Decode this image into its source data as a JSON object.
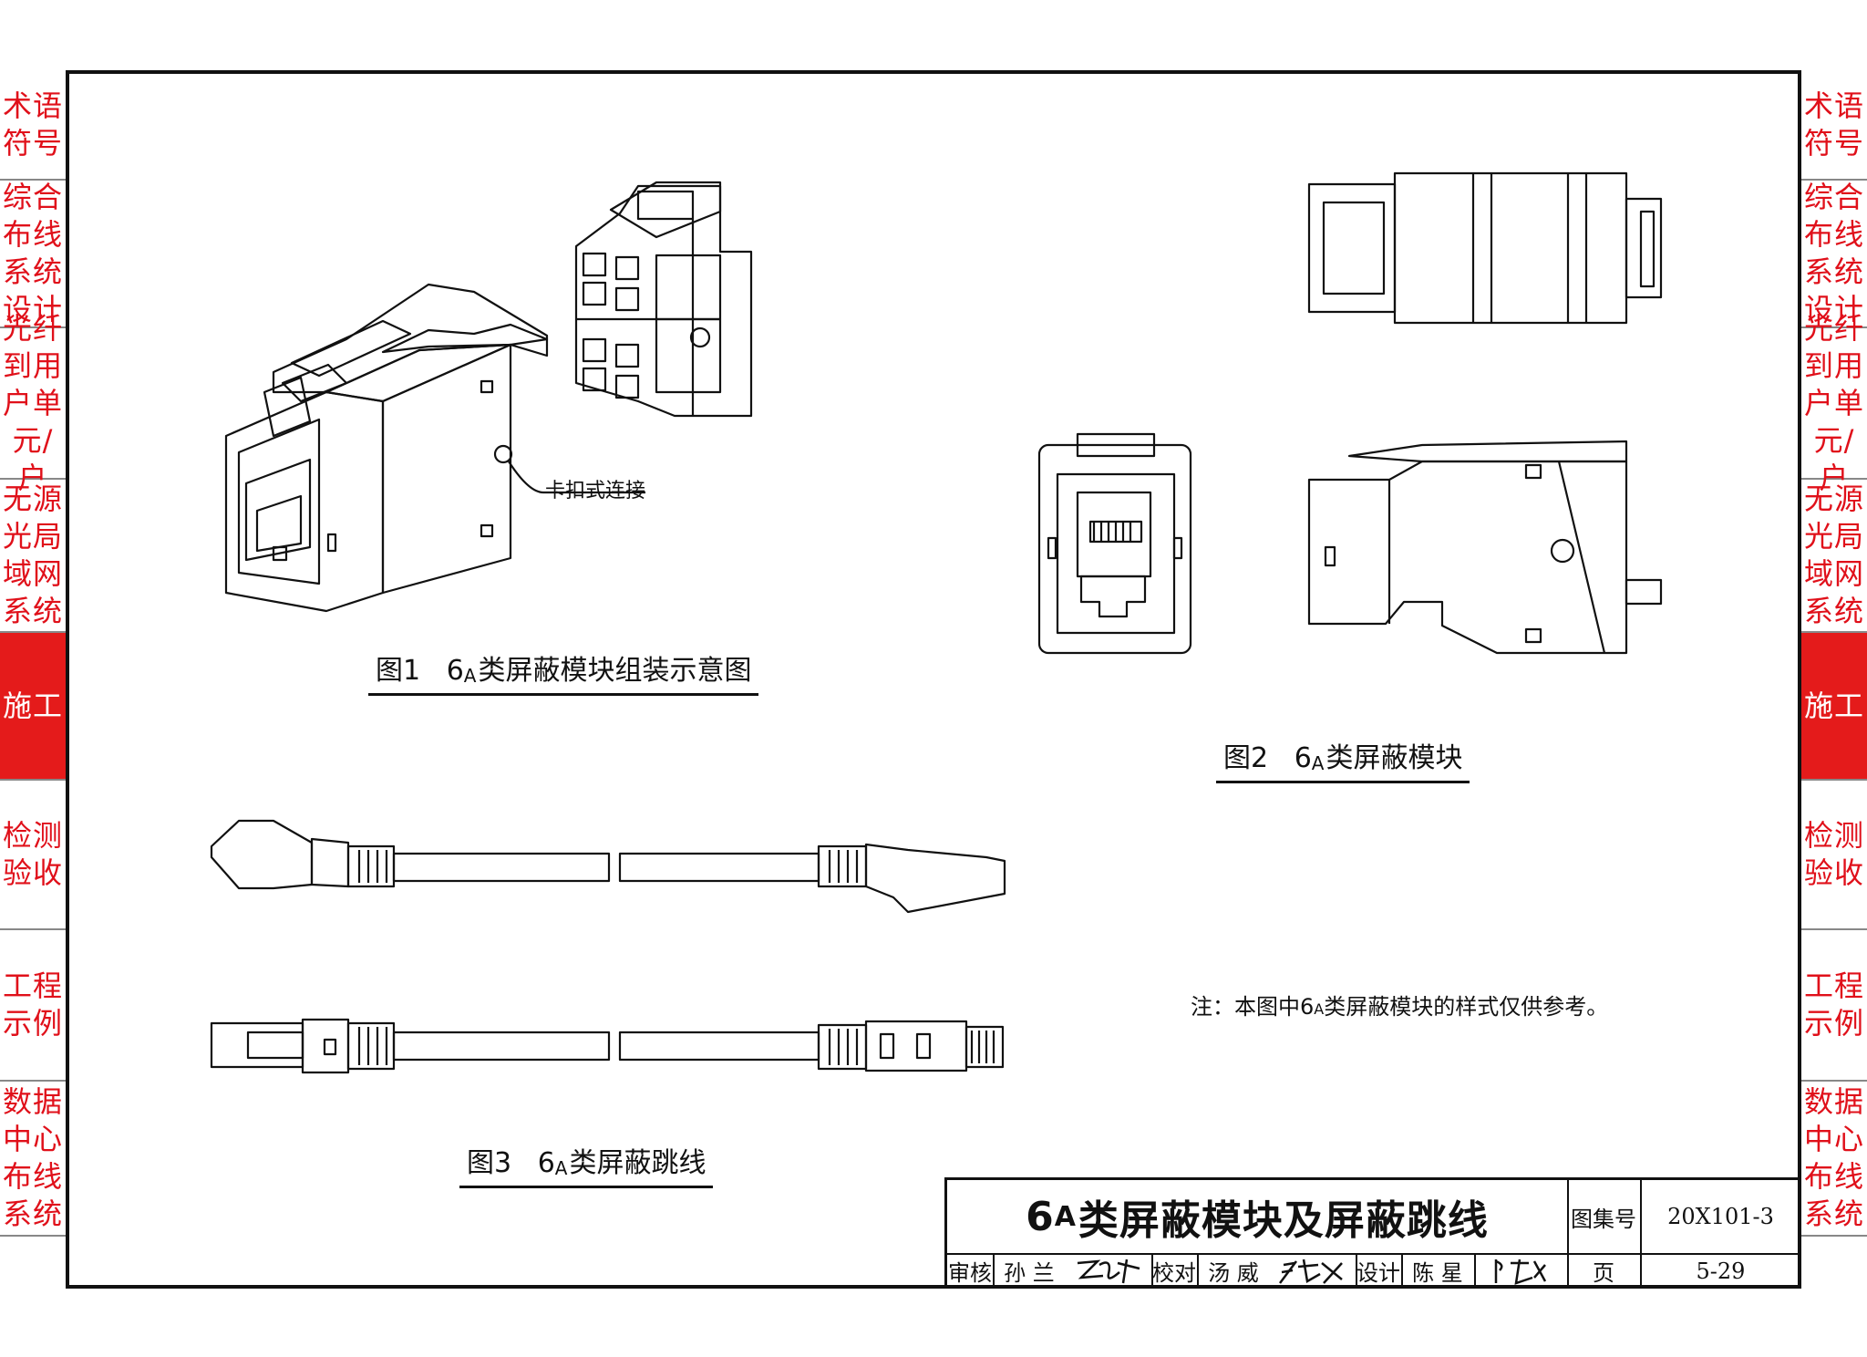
{
  "side_tabs": [
    {
      "label": "术语符号",
      "active": false
    },
    {
      "label": "综合布线系统设计",
      "active": false
    },
    {
      "label": "光纤到用户单元/户",
      "active": false
    },
    {
      "label": "无源光局域网系统",
      "active": false
    },
    {
      "label": "施工",
      "active": true
    },
    {
      "label": "检测验收",
      "active": false
    },
    {
      "label": "工程示例",
      "active": false
    },
    {
      "label": "数据中心布线系统",
      "active": false
    }
  ],
  "figures": {
    "fig1": {
      "num": "图1",
      "prefix": "6",
      "sub": "A",
      "text": "类屏蔽模块组装示意图",
      "callout": "卡扣式连接"
    },
    "fig2": {
      "num": "图2",
      "prefix": "6",
      "sub": "A",
      "text": "类屏蔽模块"
    },
    "fig3": {
      "num": "图3",
      "prefix": "6",
      "sub": "A",
      "text": "类屏蔽跳线"
    }
  },
  "note": {
    "before": "注：本图中6",
    "sub": "A",
    "after": "类屏蔽模块的样式仅供参考。"
  },
  "title_block": {
    "title_prefix": "6",
    "title_sub": "A",
    "title_text": "类屏蔽模块及屏蔽跳线",
    "atlas_label": "图集号",
    "atlas_no": "20X101-3",
    "page_label": "页",
    "page_no": "5-29",
    "review_label": "审核",
    "review_name": "孙 兰",
    "check_label": "校对",
    "check_name": "汤 威",
    "design_label": "设计",
    "design_name": "陈 星"
  },
  "colors": {
    "tab_text": "#e0101a",
    "tab_active_bg": "#e41b1b"
  }
}
